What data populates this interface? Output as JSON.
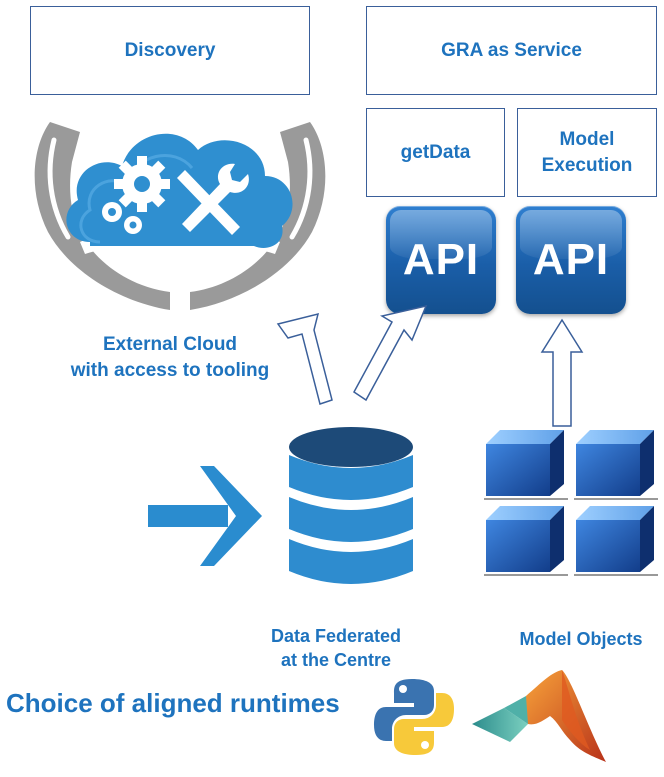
{
  "top_boxes": {
    "discovery": "Discovery",
    "gra_service": "GRA as Service",
    "get_data": "getData",
    "model_execution": "Model\nExecution"
  },
  "api_buttons": [
    "API",
    "API"
  ],
  "labels": {
    "external_cloud_line1": "External Cloud",
    "external_cloud_line2": "with access to tooling",
    "data_federated_line1": "Data Federated",
    "data_federated_line2": "at the Centre",
    "model_objects": "Model Objects",
    "runtimes": "Choice of aligned runtimes"
  },
  "colors": {
    "text_blue": "#1e73be",
    "box_border": "#3a5f9a",
    "hands_gray": "#9a9a9a",
    "cloud_blue": "#2f8fd0",
    "db_blue": "#2e8ccf",
    "arrow_blue": "#2a8ccf",
    "cube_blue": "#1c55a8"
  },
  "icons": [
    "cloud-tools-in-hands-icon",
    "database-icon",
    "arrow-right-icon",
    "model-cube-icon",
    "python-logo-icon",
    "matlab-logo-icon",
    "up-arrow-outline-icon"
  ]
}
